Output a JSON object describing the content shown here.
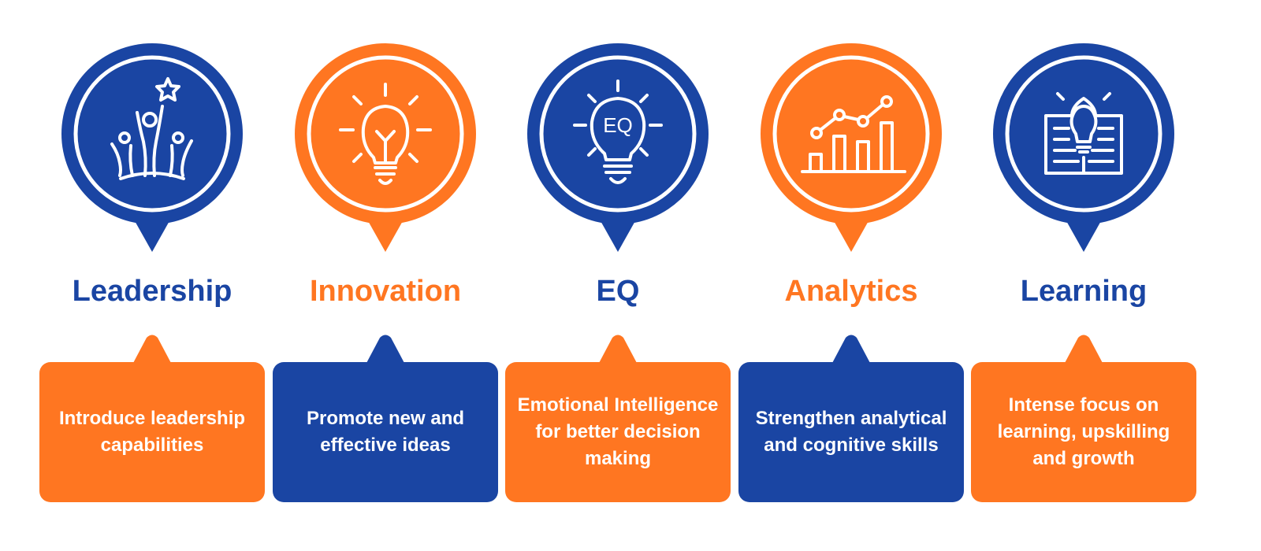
{
  "colors": {
    "blue": "#1A45A3",
    "orange": "#FF7621",
    "white": "#FFFFFF"
  },
  "items": [
    {
      "title": "Leadership",
      "description": "Introduce leadership capabilities",
      "icon": "team-achievement-star-icon",
      "pin_color": "blue",
      "box_color": "orange"
    },
    {
      "title": "Innovation",
      "description": "Promote new and effective ideas",
      "icon": "lightbulb-icon",
      "pin_color": "orange",
      "box_color": "blue"
    },
    {
      "title": "EQ",
      "description": "Emotional Intelligence for better decision making",
      "icon": "eq-lightbulb-icon",
      "icon_text": "EQ",
      "pin_color": "blue",
      "box_color": "orange"
    },
    {
      "title": "Analytics",
      "description": "Strengthen analytical and cognitive skills",
      "icon": "analytics-chart-icon",
      "pin_color": "orange",
      "box_color": "blue"
    },
    {
      "title": "Learning",
      "description": "Intense focus on learning, upskilling and growth",
      "icon": "book-lightbulb-icon",
      "pin_color": "blue",
      "box_color": "orange"
    }
  ]
}
